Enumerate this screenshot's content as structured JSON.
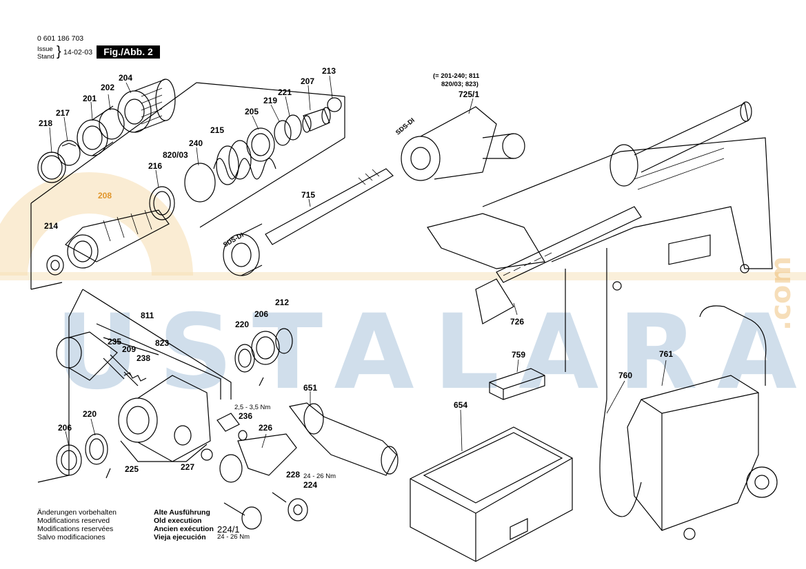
{
  "header": {
    "part_number": "0 601 186 703",
    "issue_label": "Issue",
    "stand_label": "Stand",
    "date": "14-02-03",
    "figure": "Fig./Abb. 2"
  },
  "watermark": {
    "text": "USTALARA",
    "suffix": ".com",
    "color": "#2f6fa8",
    "accent": "#e8a23a"
  },
  "part_labels": {
    "p218": "218",
    "p217": "217",
    "p201": "201",
    "p202": "202",
    "p204": "204",
    "p216": "216",
    "p820_03": "820/03",
    "p240": "240",
    "p215": "215",
    "p205": "205",
    "p219": "219",
    "p221": "221",
    "p207": "207",
    "p213": "213",
    "p208": "208",
    "p214": "214",
    "p715": "715",
    "p725_1": "725/1",
    "p726": "726",
    "p759": "759",
    "p760": "760",
    "p761": "761",
    "p811": "811",
    "p235": "235",
    "p209": "209",
    "p823": "823",
    "p238": "238",
    "p212": "212",
    "p206a": "206",
    "p220a": "220",
    "p651": "651",
    "p236": "236",
    "p226": "226",
    "p654": "654",
    "p206b": "206",
    "p220b": "220",
    "p225": "225",
    "p227": "227",
    "p228": "228",
    "p224": "224",
    "p224_1": "224/1"
  },
  "sds_labels": {
    "upper": "SDS-DI",
    "lower": "SDS-DI"
  },
  "note_725": {
    "line1": "(= 201-240; 811",
    "line2": "820/03; 823)"
  },
  "torques": {
    "t1": "2,5 - 3,5 Nm",
    "t2": "24 - 26 Nm",
    "t3": "24 - 26 Nm"
  },
  "footer_left": {
    "de": "Änderungen vorbehalten",
    "en": "Modifications reserved",
    "fr": "Modifications reservées",
    "es": "Salvo modificaciones"
  },
  "footer_mid": {
    "de": "Alte Ausführung",
    "en": "Old execution",
    "fr": "Ancien exécution",
    "es": "Vieja ejecución"
  }
}
